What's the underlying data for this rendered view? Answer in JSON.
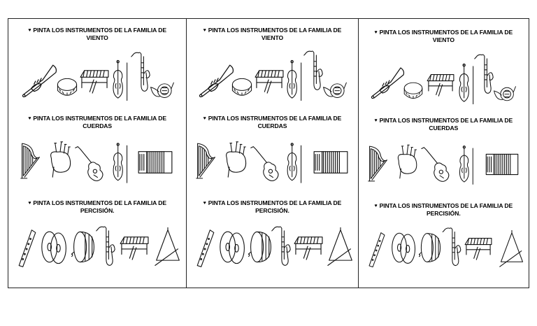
{
  "worksheet": {
    "bullet_icon": "♥",
    "columns": [
      {
        "sections": [
          {
            "heading_line1": "PINTA LOS INSTRUMENTOS DE LA FAMILIA DE",
            "heading_line2": "VIENTO",
            "instruments": [
              "trumpet",
              "tambourine",
              "xylophone",
              "violin",
              "saxophone",
              "french-horn"
            ]
          },
          {
            "heading_line1": "PINTA LOS INSTRUMENTOS DE LA FAMILIA DE",
            "heading_line2": "CUERDAS",
            "instruments": [
              "harp",
              "bagpipe",
              "guitar",
              "violin",
              "accordion"
            ]
          },
          {
            "heading_line1": "PINTA LOS INSTRUMENTOS DE LA FAMILIA DE",
            "heading_line2": "PERCISIÓN.",
            "instruments": [
              "recorder",
              "cymbals",
              "drum",
              "saxophone",
              "xylophone",
              "triangle"
            ]
          }
        ]
      },
      {
        "sections": [
          {
            "heading_line1": "PINTA LOS INSTRUMENTOS DE LA FAMILIA DE",
            "heading_line2": "VIENTO",
            "instruments": [
              "trumpet",
              "tambourine",
              "xylophone",
              "violin",
              "saxophone",
              "french-horn"
            ]
          },
          {
            "heading_line1": "PINTA LOS INSTRUMENTOS DE LA FAMILIA DE",
            "heading_line2": "CUERDAS",
            "instruments": [
              "harp",
              "bagpipe",
              "guitar",
              "violin",
              "accordion"
            ]
          },
          {
            "heading_line1": "PINTA LOS INSTRUMENTOS DE LA FAMILIA DE",
            "heading_line2": "PERCISIÓN.",
            "instruments": [
              "recorder",
              "cymbals",
              "drum",
              "saxophone",
              "xylophone",
              "triangle"
            ]
          }
        ]
      },
      {
        "sections": [
          {
            "heading_line1": "PINTA LOS INSTRUMENTOS DE LA FAMILIA DE",
            "heading_line2": "VIENTO",
            "instruments": [
              "trumpet",
              "tambourine",
              "xylophone",
              "violin",
              "saxophone",
              "french-horn"
            ]
          },
          {
            "heading_line1": "PINTA LOS INSTRUMENTOS DE LA FAMILIA DE",
            "heading_line2": "CUERDAS",
            "instruments": [
              "harp",
              "bagpipe",
              "guitar",
              "violin",
              "accordion"
            ]
          },
          {
            "heading_line1": "PINTA LOS INSTRUMENTOS DE LA FAMILIA DE",
            "heading_line2": "PERCISIÓN.",
            "instruments": [
              "recorder",
              "cymbals",
              "drum",
              "saxophone",
              "xylophone",
              "triangle"
            ]
          }
        ]
      }
    ]
  }
}
